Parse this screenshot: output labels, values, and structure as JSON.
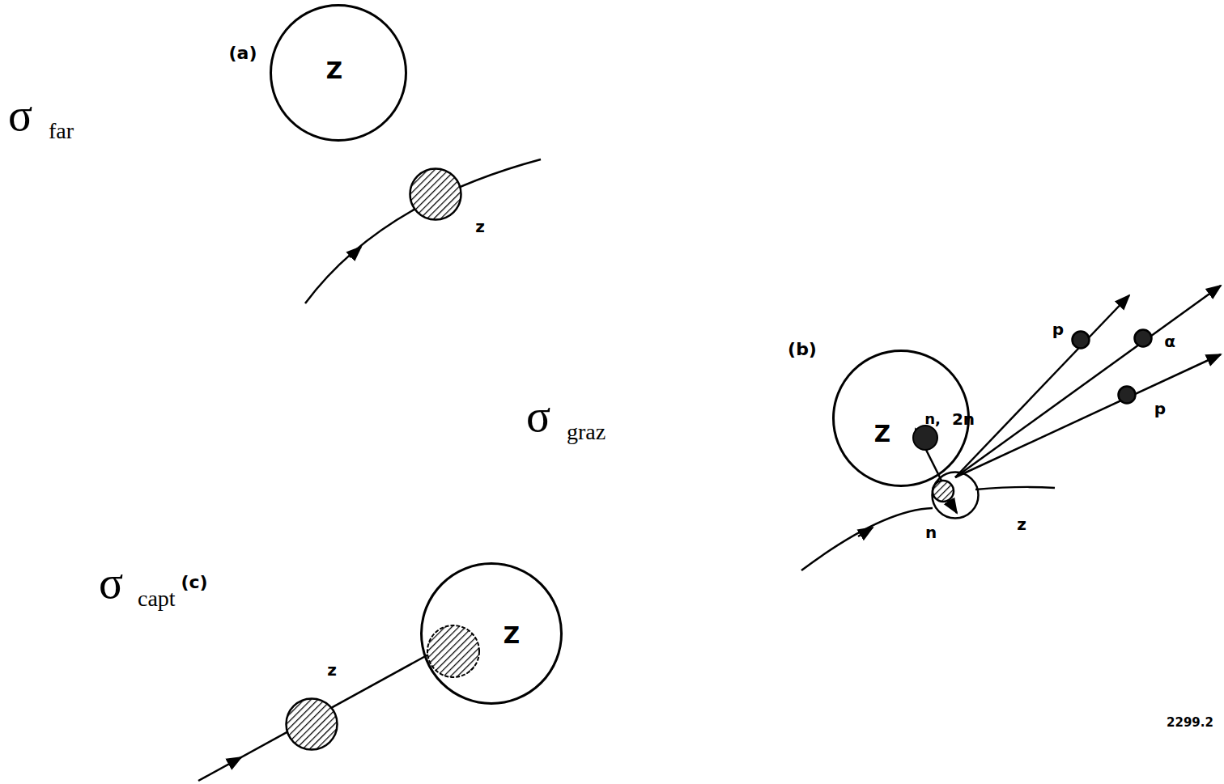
{
  "diagram": {
    "nodes": [
      {
        "text": [
          "Z"
        ]
      },
      {
        "text": [
          "z"
        ]
      },
      {
        "text": [
          "Z"
        ]
      },
      {
        "text": [
          "z"
        ]
      },
      {
        "text": [
          "p"
        ]
      },
      {
        "text": [
          "α"
        ]
      },
      {
        "text": [
          "p"
        ]
      },
      {
        "text": [
          "Z"
        ]
      },
      {
        "text": [
          "z"
        ]
      }
    ],
    "labels": [
      "σ",
      "far",
      "(a)",
      "σ",
      "graz",
      "(b)",
      "n,",
      "2n",
      "n",
      "σ",
      "capt",
      "(c)",
      "2299.2"
    ]
  }
}
